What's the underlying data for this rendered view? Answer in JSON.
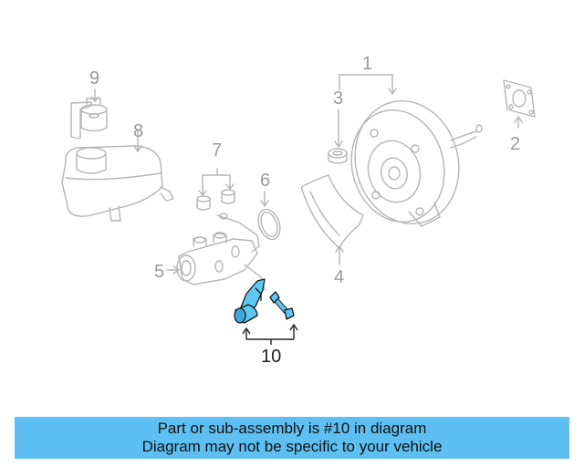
{
  "callouts": {
    "c1": "1",
    "c2": "2",
    "c3": "3",
    "c4": "4",
    "c5": "5",
    "c6": "6",
    "c7": "7",
    "c8": "8",
    "c9": "9",
    "c10": "10"
  },
  "highlighted_part": "10",
  "colors": {
    "faded_line": "#b5b5b5",
    "highlight": "#5ec8f2",
    "highlight_outline": "#1a1a1a",
    "banner": "#5ec0f2"
  },
  "banner": {
    "line1": "Part or sub-assembly is #10 in diagram",
    "line2": "Diagram may not be specific to your vehicle"
  }
}
